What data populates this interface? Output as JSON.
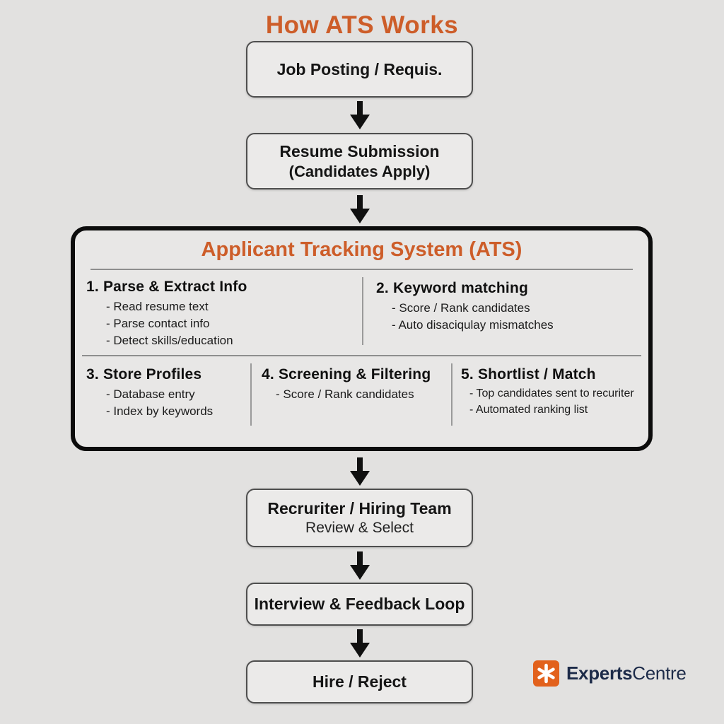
{
  "title": "How ATS Works",
  "colors": {
    "accent_orange": "#cd5d29",
    "logo_orange": "#e2611c",
    "logo_navy": "#1d2b49",
    "background": "#e2e1e0",
    "arrow_black": "#101010"
  },
  "boxes": {
    "job_posting": {
      "line1": "Job Posting / Requis."
    },
    "resume_submission": {
      "line1": "Resume Submission",
      "line2": "(Candidates Apply)"
    },
    "recruiter": {
      "line1": "Recruriter / Hiring Team",
      "line2": "Review & Select"
    },
    "interview": {
      "line1": "Interview & Feedback Loop"
    },
    "hire": {
      "line1": "Hire / Reject"
    }
  },
  "ats": {
    "title": "Applicant Tracking System (ATS)",
    "row1": [
      {
        "heading": "1. Parse & Extract Info",
        "items": [
          "- Read resume text",
          "- Parse contact info",
          "- Detect skills/education"
        ]
      },
      {
        "heading": "2. Keyword matching",
        "items": [
          "- Score / Rank candidates",
          "- Auto disaciqulay mismatches"
        ]
      }
    ],
    "row2": [
      {
        "heading": "3. Store Profiles",
        "items": [
          "- Database entry",
          "- Index by keywords"
        ]
      },
      {
        "heading": "4. Screening & Filtering",
        "items": [
          "- Score / Rank candidates"
        ]
      },
      {
        "heading": "5. Shortlist / Match",
        "items": [
          "- Top candidates sent to recuriter",
          "- Automated ranking list"
        ]
      }
    ]
  },
  "logo": {
    "icon": "asterisk-icon",
    "bold": "Experts",
    "regular": "Centre"
  }
}
